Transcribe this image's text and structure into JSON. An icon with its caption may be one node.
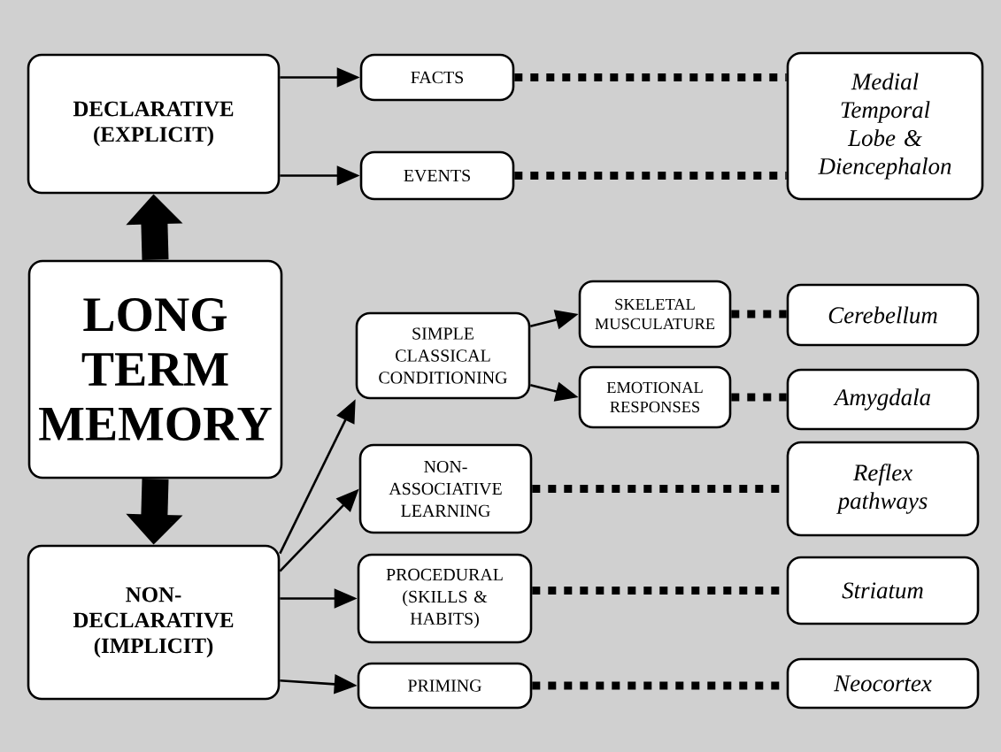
{
  "diagram": {
    "nodes": [
      {
        "text": [
          "DECLARATIVE (EXPLICIT)"
        ]
      },
      {
        "text": [
          "FACTS"
        ]
      },
      {
        "text": [
          "EVENTS"
        ]
      },
      {
        "text": [
          "Medial Temporal Lobe & Diencephalon"
        ]
      },
      {
        "text": [
          "LONG TERM MEMORY"
        ]
      },
      {
        "text": [
          "NON-DECLARATIVE (IMPLICIT)"
        ]
      },
      {
        "text": [
          "SIMPLE CLASSICAL CONDITIONING"
        ]
      },
      {
        "text": [
          "SKELETAL MUSCULATURE"
        ]
      },
      {
        "text": [
          "EMOTIONAL RESPONSES"
        ]
      },
      {
        "text": [
          "Cerebellum"
        ]
      },
      {
        "text": [
          "Amygdala"
        ]
      },
      {
        "text": [
          "NON-ASSOCIATIVE LEARNING"
        ]
      },
      {
        "text": [
          "Reflex pathways"
        ]
      },
      {
        "text": [
          "PROCEDURAL (SKILLS & HABITS)"
        ]
      },
      {
        "text": [
          "Striatum"
        ]
      },
      {
        "text": [
          "PRIMING"
        ]
      },
      {
        "text": [
          "Neocortex"
        ]
      }
    ],
    "edges": [
      {
        "from": 0,
        "to": 1,
        "arrow": "to"
      },
      {
        "from": 0,
        "to": 2,
        "arrow": "to"
      },
      {
        "from": 1,
        "to": 3,
        "arrow": "none",
        "style": "dashed"
      },
      {
        "from": 2,
        "to": 3,
        "arrow": "none",
        "style": "dashed"
      },
      {
        "from": 4,
        "to": 0,
        "arrow": "to",
        "style": "thick"
      },
      {
        "from": 4,
        "to": 5,
        "arrow": "to",
        "style": "thick"
      },
      {
        "from": 5,
        "to": 6,
        "arrow": "to"
      },
      {
        "from": 5,
        "to": 11,
        "arrow": "to"
      },
      {
        "from": 5,
        "to": 13,
        "arrow": "to"
      },
      {
        "from": 5,
        "to": 15,
        "arrow": "to"
      },
      {
        "from": 6,
        "to": 7,
        "arrow": "to"
      },
      {
        "from": 6,
        "to": 8,
        "arrow": "to"
      },
      {
        "from": 7,
        "to": 9,
        "arrow": "none",
        "style": "dashed"
      },
      {
        "from": 8,
        "to": 10,
        "arrow": "none",
        "style": "dashed"
      },
      {
        "from": 11,
        "to": 12,
        "arrow": "none",
        "style": "dashed"
      },
      {
        "from": 13,
        "to": 14,
        "arrow": "none",
        "style": "dashed"
      },
      {
        "from": 15,
        "to": 16,
        "arrow": "none",
        "style": "dashed"
      }
    ]
  }
}
